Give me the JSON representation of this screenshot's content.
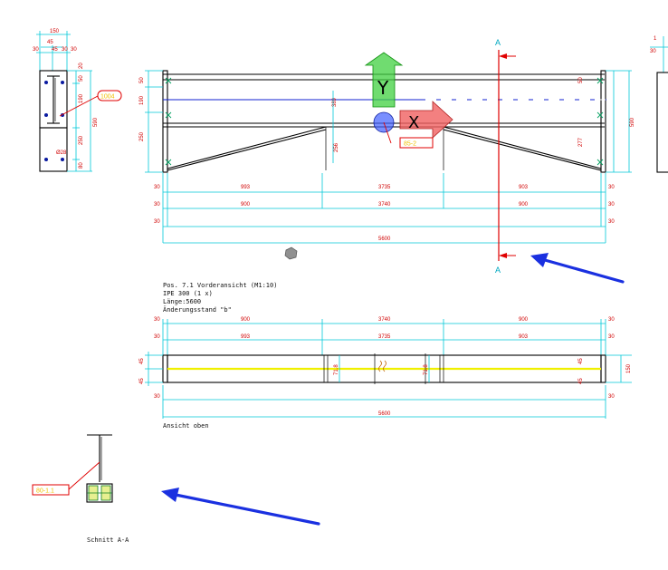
{
  "colors": {
    "dim_text": "#d00000",
    "dim_line": "#00c8d8",
    "axis_blue": "#1020d0",
    "highlight_yellow": "#f0f000",
    "gizmo_green": "#40d040",
    "gizmo_red": "#f06060",
    "tag_red": "#e00000",
    "arrow_blue": "#1a30e0"
  },
  "section_line": {
    "top": "A",
    "bottom": "A"
  },
  "tags": {
    "plate": "1004",
    "front": "85-2",
    "section": "80-1.1"
  },
  "gizmo": {
    "y_axis": "Y",
    "x_axis": "X"
  },
  "left_view": {
    "top_dims": [
      "150",
      "45",
      "30",
      "45",
      "30",
      "30"
    ],
    "right_dims": [
      "20",
      "50",
      "190",
      "250",
      "80"
    ],
    "overall": "590",
    "bolt_note": "Ø28"
  },
  "right_clip": {
    "top_dims": [
      "1",
      "30"
    ]
  },
  "front_view": {
    "left_dims": [
      "50",
      "190",
      "250"
    ],
    "right_dims": [
      "50",
      "590",
      "277"
    ],
    "inner_dims": [
      "389",
      "256"
    ],
    "row1": [
      "30",
      "993",
      "3735",
      "903",
      "30"
    ],
    "row2": [
      "30",
      "900",
      "3740",
      "900",
      "30"
    ],
    "row3": [
      "30",
      "30"
    ],
    "overall": "5600",
    "caption": [
      "Pos. 7.1 Vorderansicht (M1:10)",
      "IPE 300 (1 x)",
      "Länge:5600",
      "Änderungsstand \"b\""
    ]
  },
  "top_view": {
    "row1": [
      "30",
      "900",
      "3740",
      "900",
      "30"
    ],
    "row2": [
      "30",
      "993",
      "3735",
      "903",
      "30"
    ],
    "left_dims": [
      "45",
      "45"
    ],
    "right_dims": [
      "45",
      "150",
      "45"
    ],
    "inner_dims": [
      "71.8",
      "71.8"
    ],
    "bottom_dims": [
      "30",
      "30"
    ],
    "overall": "5600",
    "caption": "Ansicht oben"
  },
  "section_view": {
    "caption": "Schnitt A-A"
  }
}
